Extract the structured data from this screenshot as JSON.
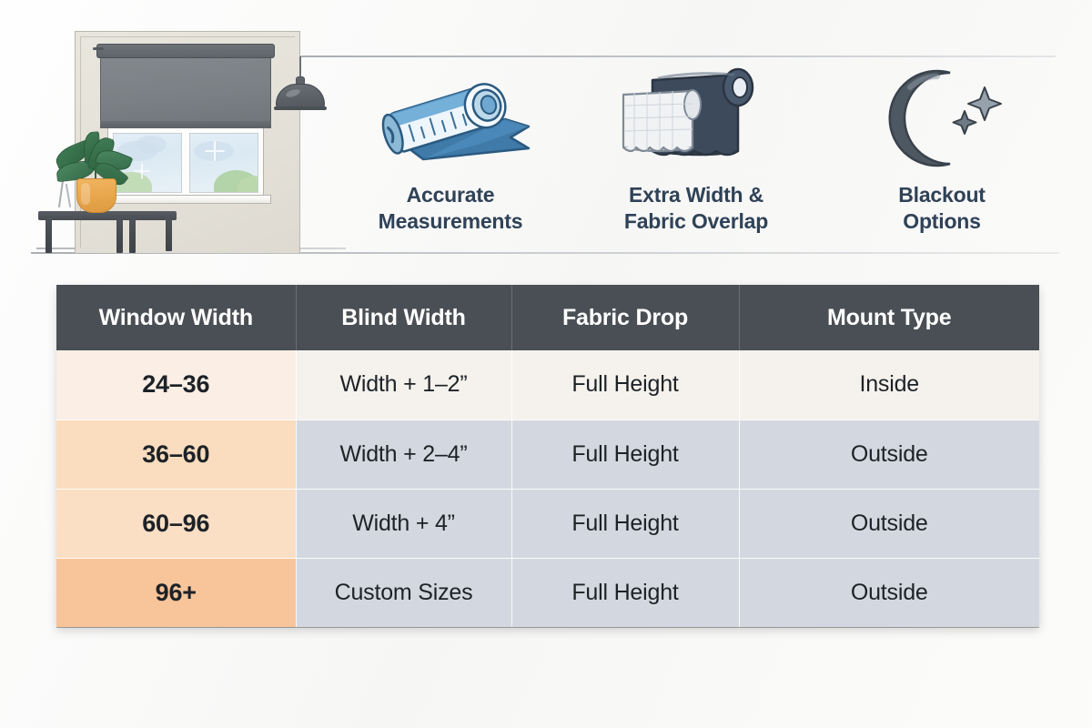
{
  "hero": {
    "illustration_name": "window with roller blind in room",
    "features": [
      {
        "icon": "measuring-tape-icon",
        "label_line1": "Accurate",
        "label_line2": "Measurements"
      },
      {
        "icon": "fabric-roll-icon",
        "label_line1": "Extra Width &",
        "label_line2": "Fabric Overlap"
      },
      {
        "icon": "crescent-moon-icon",
        "label_line1": "Blackout",
        "label_line2": "Options"
      }
    ]
  },
  "table": {
    "headers": [
      "Window Width",
      "Blind Width",
      "Fabric Drop",
      "Mount Type"
    ],
    "rows": [
      {
        "window_width": "24–36",
        "blind_width": "Width + 1–2”",
        "fabric_drop": "Full Height",
        "mount_type": "Inside"
      },
      {
        "window_width": "36–60",
        "blind_width": "Width + 2–4”",
        "fabric_drop": "Full Height",
        "mount_type": "Outside"
      },
      {
        "window_width": "60–96",
        "blind_width": "Width + 4”",
        "fabric_drop": "Full Height",
        "mount_type": "Outside"
      },
      {
        "window_width": "96+",
        "blind_width": "Custom Sizes",
        "fabric_drop": "Full Height",
        "mount_type": "Outside"
      }
    ]
  },
  "colors": {
    "header_bg": "#4a4f55",
    "header_text": "#ffffff",
    "label_text": "#2f4257",
    "key_col_row1": "#faeee5",
    "key_col_row2": "#fadcbe",
    "key_col_row3": "#fbdfc4",
    "key_col_row4": "#f8c49a",
    "value_col_row1": "#f5f1ec",
    "value_col_rest": "#d3d8e0",
    "blind_gray": "#7b8085",
    "wall_beige": "#e3e0d7",
    "tape_blue": "#4a8fc0",
    "pot_orange": "#e8a64c",
    "page_bg": "#fbfbfa"
  }
}
